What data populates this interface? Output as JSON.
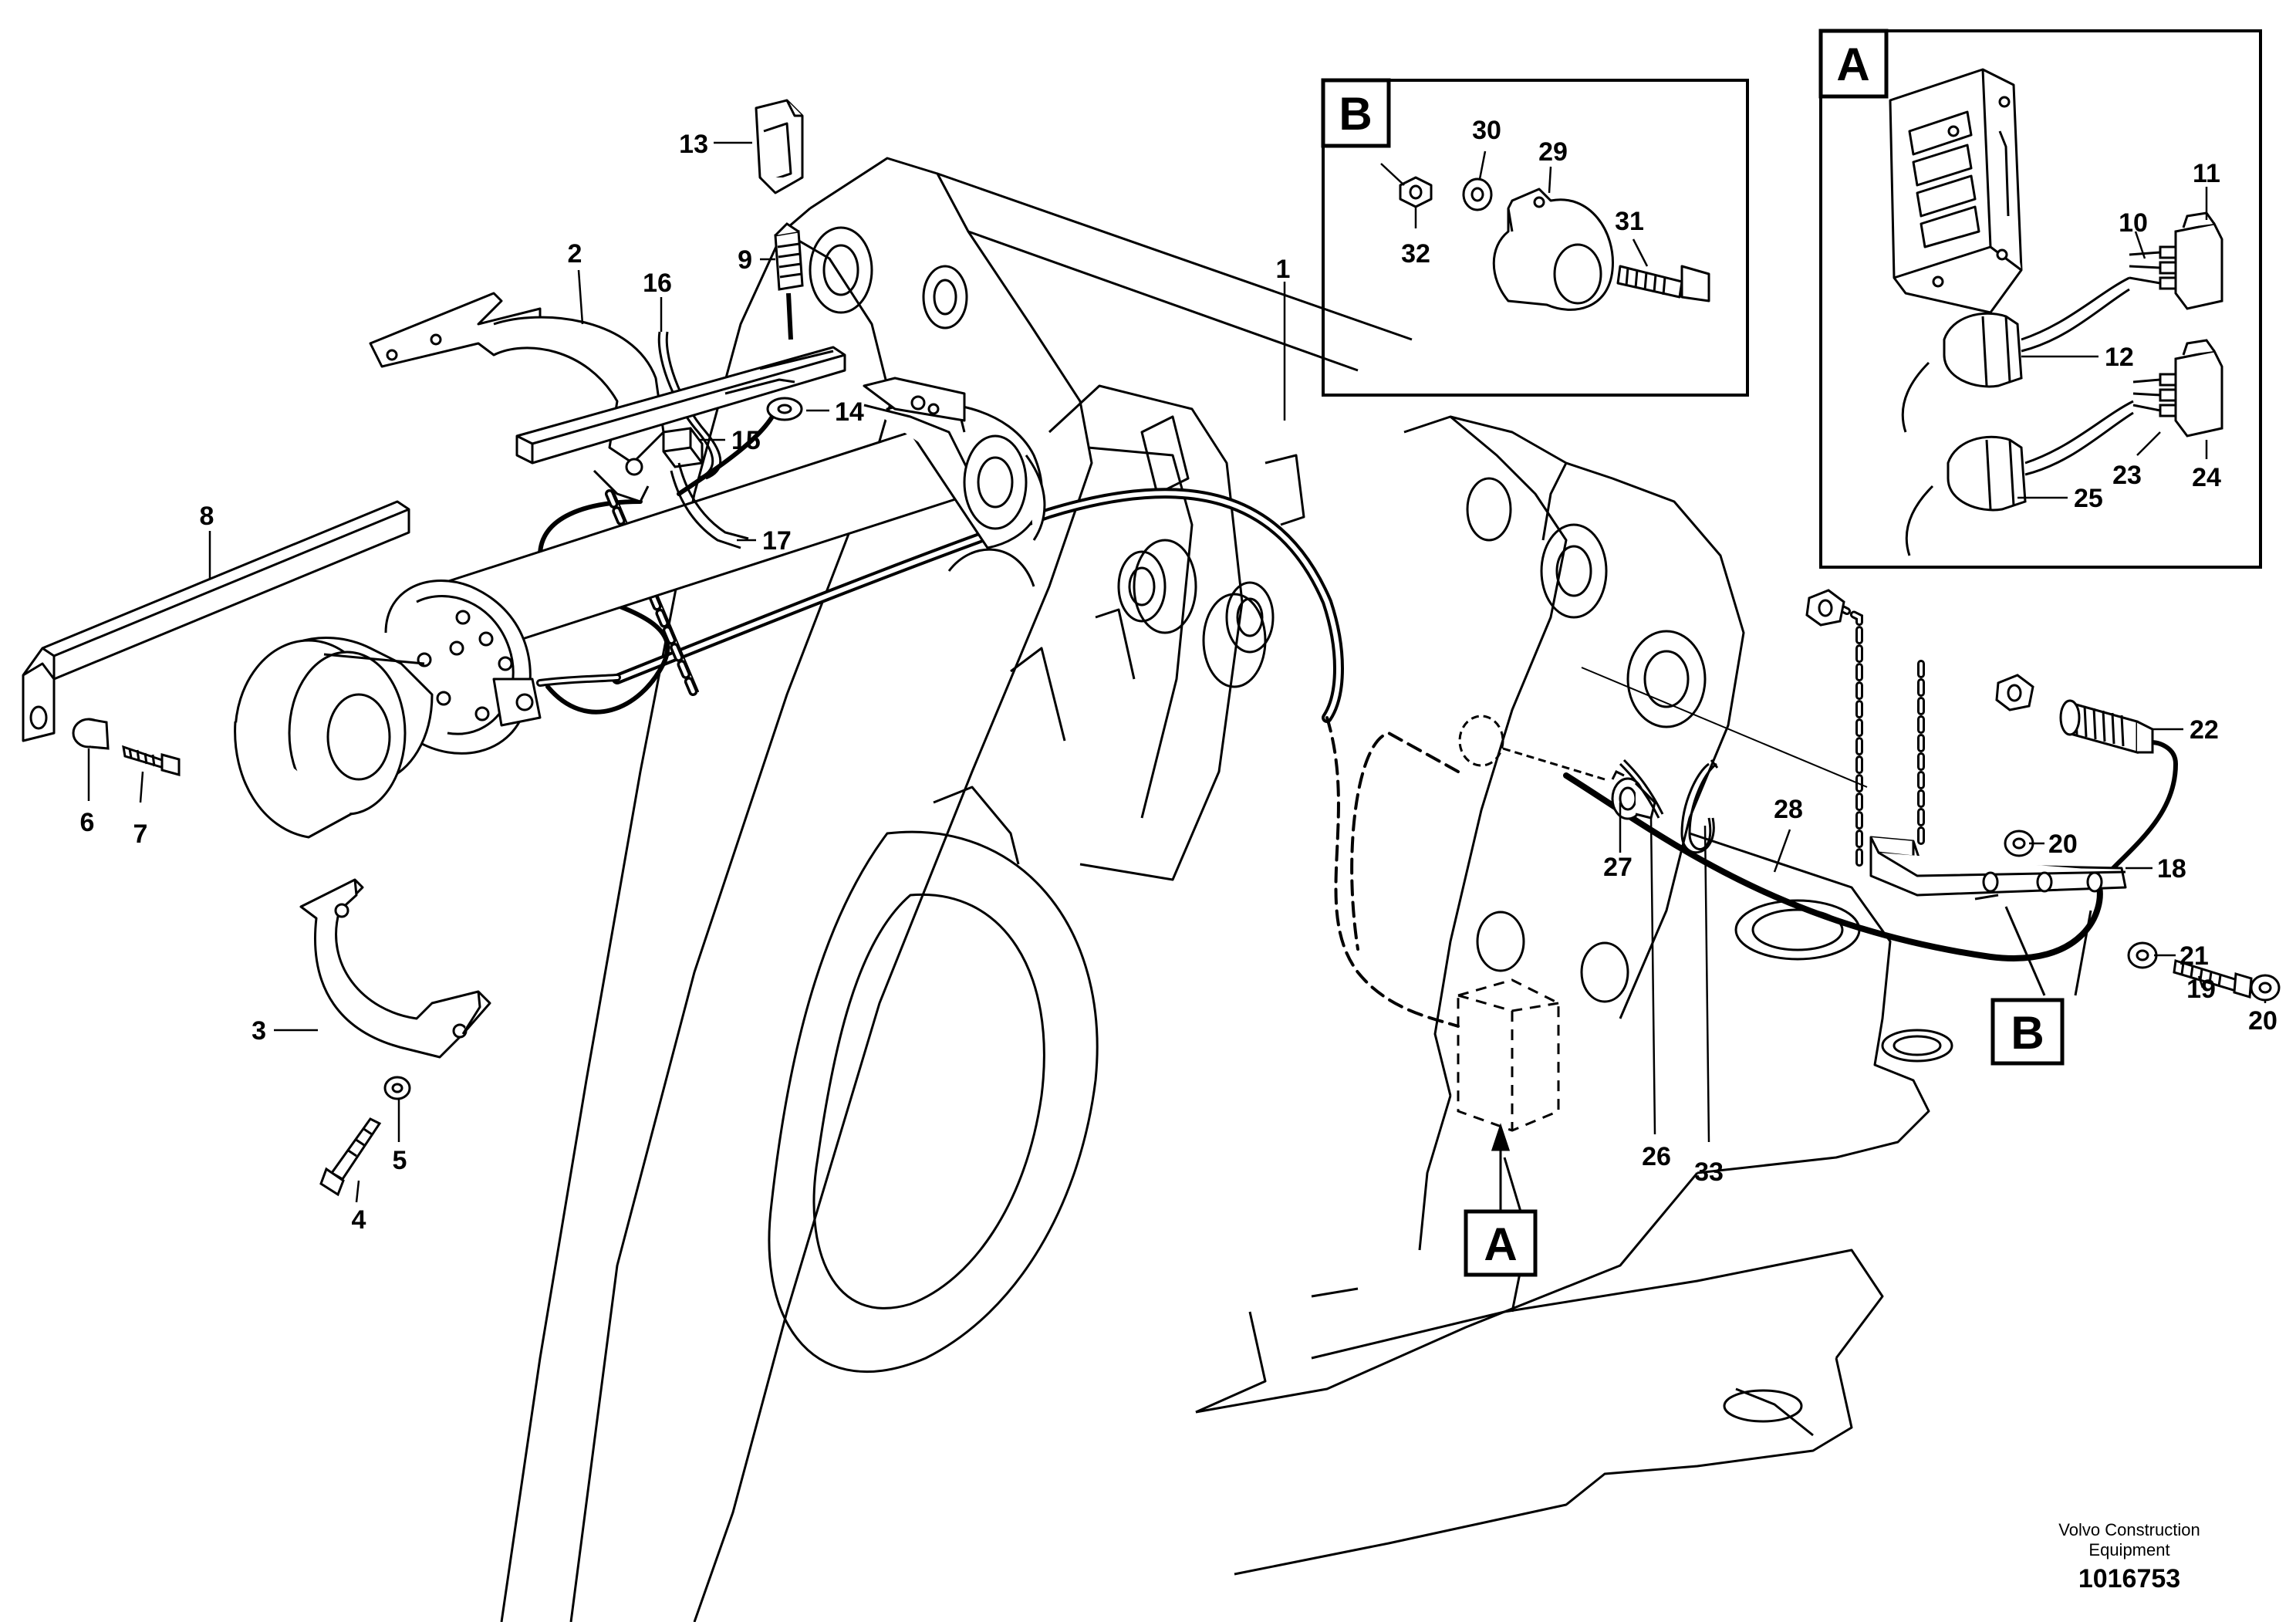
{
  "callouts": [
    {
      "id": "c1",
      "text": "1"
    },
    {
      "id": "c2",
      "text": "2"
    },
    {
      "id": "c3",
      "text": "3"
    },
    {
      "id": "c4",
      "text": "4"
    },
    {
      "id": "c5",
      "text": "5"
    },
    {
      "id": "c6",
      "text": "6"
    },
    {
      "id": "c7",
      "text": "7"
    },
    {
      "id": "c8",
      "text": "8"
    },
    {
      "id": "c9",
      "text": "9"
    },
    {
      "id": "c10",
      "text": "10"
    },
    {
      "id": "c11",
      "text": "11"
    },
    {
      "id": "c12",
      "text": "12"
    },
    {
      "id": "c13",
      "text": "13"
    },
    {
      "id": "c14",
      "text": "14"
    },
    {
      "id": "c15",
      "text": "15"
    },
    {
      "id": "c16",
      "text": "16"
    },
    {
      "id": "c17",
      "text": "17"
    },
    {
      "id": "c18",
      "text": "18"
    },
    {
      "id": "c19",
      "text": "19"
    },
    {
      "id": "c20a",
      "text": "20"
    },
    {
      "id": "c20b",
      "text": "20"
    },
    {
      "id": "c21",
      "text": "21"
    },
    {
      "id": "c22",
      "text": "22"
    },
    {
      "id": "c23",
      "text": "23"
    },
    {
      "id": "c24",
      "text": "24"
    },
    {
      "id": "c25",
      "text": "25"
    },
    {
      "id": "c26",
      "text": "26"
    },
    {
      "id": "c27",
      "text": "27"
    },
    {
      "id": "c28",
      "text": "28"
    },
    {
      "id": "c29",
      "text": "29"
    },
    {
      "id": "c30",
      "text": "30"
    },
    {
      "id": "c31",
      "text": "31"
    },
    {
      "id": "c32",
      "text": "32"
    },
    {
      "id": "c33",
      "text": "33"
    }
  ],
  "detail_labels": {
    "detail_a_title": "A",
    "detail_b_title": "B",
    "ref_a": "A",
    "ref_b": "B"
  },
  "footer": {
    "line1": "Volvo Construction",
    "line2": "Equipment",
    "drawing_number": "1016753"
  }
}
